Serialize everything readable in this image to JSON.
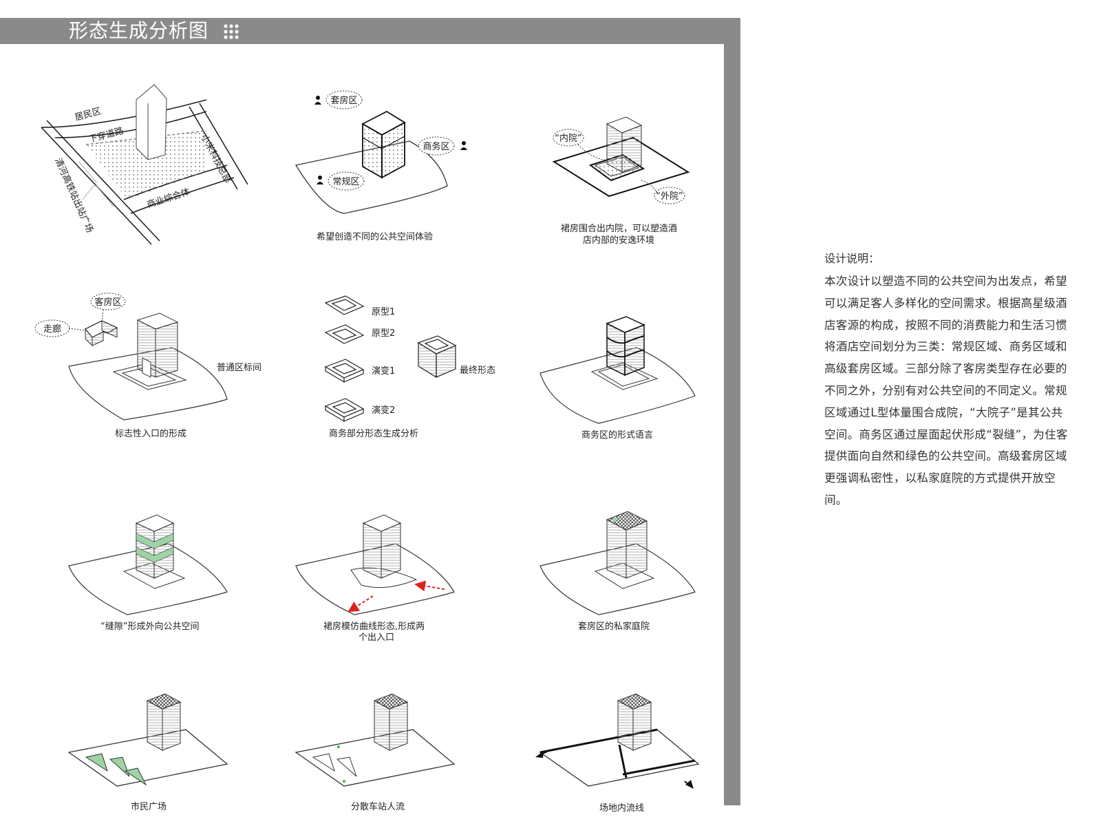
{
  "header": {
    "title": "形态生成分析图"
  },
  "site_labels": {
    "residential": "居民区",
    "underpass": "下穿道路",
    "xiaomi": "小米科技总部",
    "station": "清河高铁站出站广场",
    "commercial": "商业综合体"
  },
  "zones": {
    "suite": "套房区",
    "business": "商务区",
    "regular": "常规区",
    "inner": "“内院”",
    "outer": "“外院”",
    "guest": "客房区",
    "corridor": "走廊",
    "standard_room": "普通区标间"
  },
  "prototypes": {
    "p1": "原型1",
    "p2": "原型2",
    "e1": "演变1",
    "e2": "演变2",
    "final": "最终形态"
  },
  "captions": {
    "c2": "希望创造不同的公共空间体验",
    "c3_line1": "裙房围合出内院，可以塑造酒",
    "c3_line2": "店内部的安逸环境",
    "c4": "标志性入口的形成",
    "c5": "商务部分形态生成分析",
    "c6": "商务区的形式语言",
    "c7": "“缝隙”形成外向公共空间",
    "c8_line1": "裙房模仿曲线形态,形成两",
    "c8_line2": "个出入口",
    "c9": "套房区的私家庭院",
    "c10": "市民广场",
    "c11": "分散车站人流",
    "c12": "场地内流线"
  },
  "description": {
    "title": "设计说明：",
    "body": "本次设计以塑造不同的公共空间为出发点，希望可以满足客人多样化的空间需求。根据高星级酒店客源的构成，按照不同的消费能力和生活习惯将酒店空间划分为三类：常规区域、商务区域和高级套房区域。三部分除了客房类型存在必要的不同之外，分别有对公共空间的不同定义。常规区域通过L型体量围合成院，“大院子”是其公共空间。商务区通过屋面起伏形成“裂缝”，为住客提供面向自然和绿色的公共空间。高级套房区域更强调私密性，以私家庭院的方式提供开放空间。"
  },
  "colors": {
    "header_gray": "#8a8a8a",
    "green": "#9fd3a6",
    "red_arrow": "#e0201b"
  }
}
